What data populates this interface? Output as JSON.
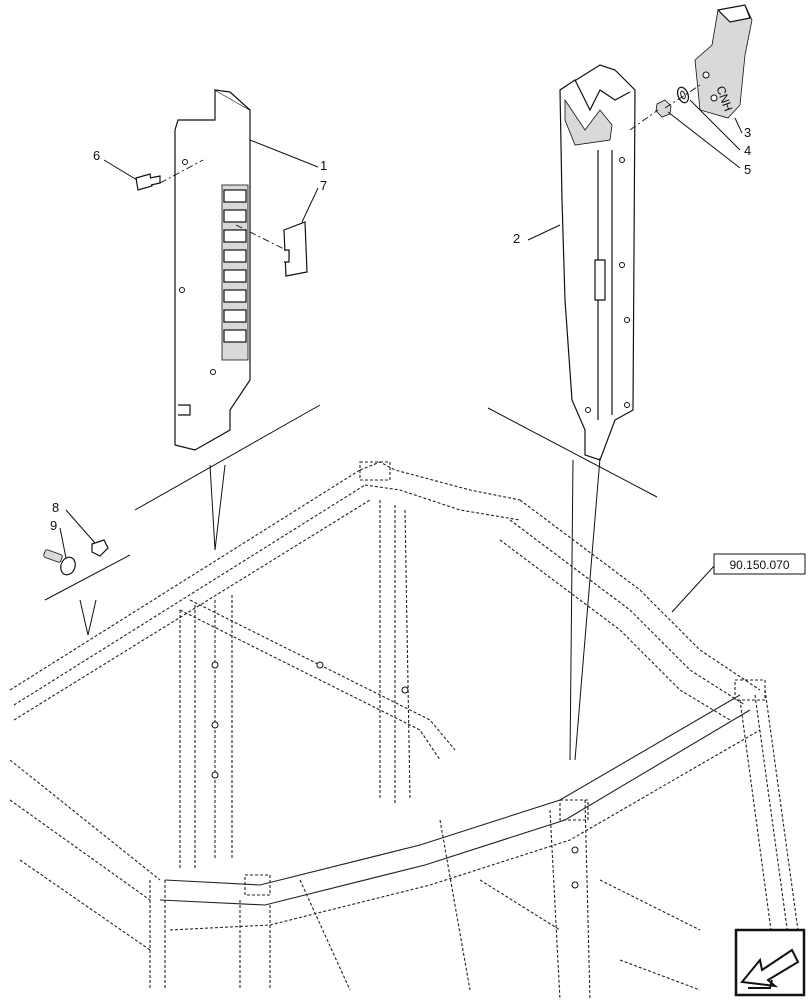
{
  "callouts": [
    {
      "id": "c1",
      "label": "1"
    },
    {
      "id": "c2",
      "label": "2"
    },
    {
      "id": "c3",
      "label": "3"
    },
    {
      "id": "c4",
      "label": "4"
    },
    {
      "id": "c5",
      "label": "5"
    },
    {
      "id": "c6",
      "label": "6"
    },
    {
      "id": "c7",
      "label": "7"
    },
    {
      "id": "c8",
      "label": "8"
    },
    {
      "id": "c9",
      "label": "9"
    }
  ],
  "reference_box": {
    "label": "90.150.070"
  },
  "cover_text": "CNH",
  "nav_icon": "arrow-down-left-icon"
}
